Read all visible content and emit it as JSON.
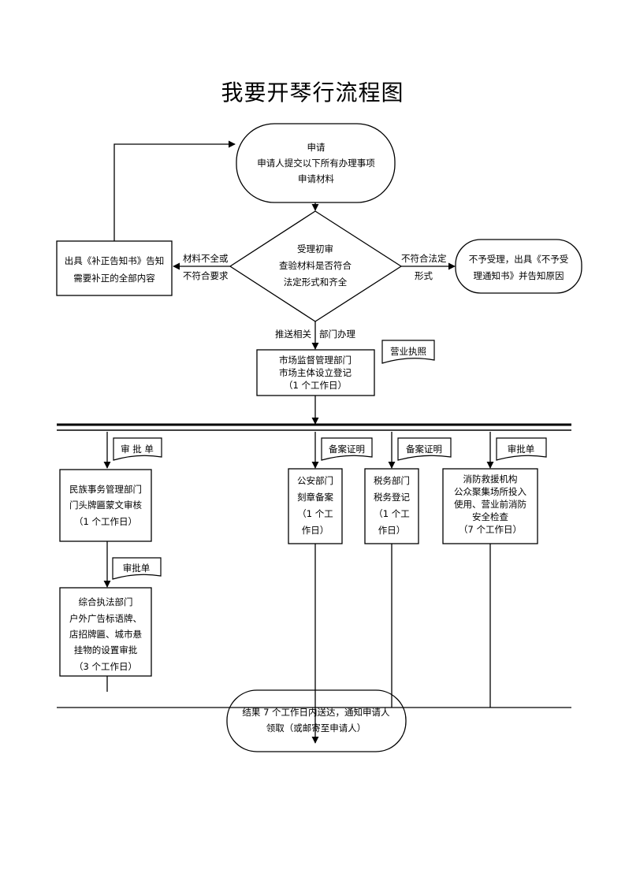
{
  "title": "我要开琴行流程图",
  "nodes": {
    "apply": [
      "申请",
      "申请人提交以下所有办理事项",
      "申请材料"
    ],
    "review": [
      "受理初审",
      "查验材料是否符合",
      "法定形式和齐全"
    ],
    "supplement": [
      "出具《补正告知书》告知",
      "需要补正的全部内容"
    ],
    "reject": [
      "不予受理，出具《不予受",
      "理通知书》并告知原因"
    ],
    "market": [
      "市场监督管理部门",
      "市场主体设立登记",
      "（1 个工作日）"
    ],
    "ethnic": [
      "民族事务管理部门",
      "门头牌匾蒙文审核",
      "（1 个工作日）"
    ],
    "enforce": [
      "综合执法部门",
      "户外广告标语牌、",
      "店招牌匾、城市悬",
      "挂物的设置审批",
      "（3 个工作日）"
    ],
    "police": [
      "公安部门",
      "刻章备案",
      "（1 个工",
      "作日）"
    ],
    "tax": [
      "税务部门",
      "税务登记",
      "（1 个工",
      "作日）"
    ],
    "fire": [
      "消防救援机构",
      "公众聚集场所投入",
      "使用、营业前消防",
      "安全检查",
      "（7 个工作日）"
    ],
    "result": [
      "结果 7 个工作日内送达，通知申请人",
      "领取（或邮寄至申请人）"
    ]
  },
  "edges": {
    "incomplete": [
      "材料不全或",
      "不符合要求"
    ],
    "nonconform": [
      "不符合法定",
      "形式"
    ],
    "push_left": "推送相关",
    "push_right": "部门办理"
  },
  "docs": {
    "license": "营业执照",
    "approval1": "审 批 单",
    "approval2": "审批单",
    "record1": "备案证明",
    "record2": "备案证明",
    "approval3": "审批单"
  }
}
